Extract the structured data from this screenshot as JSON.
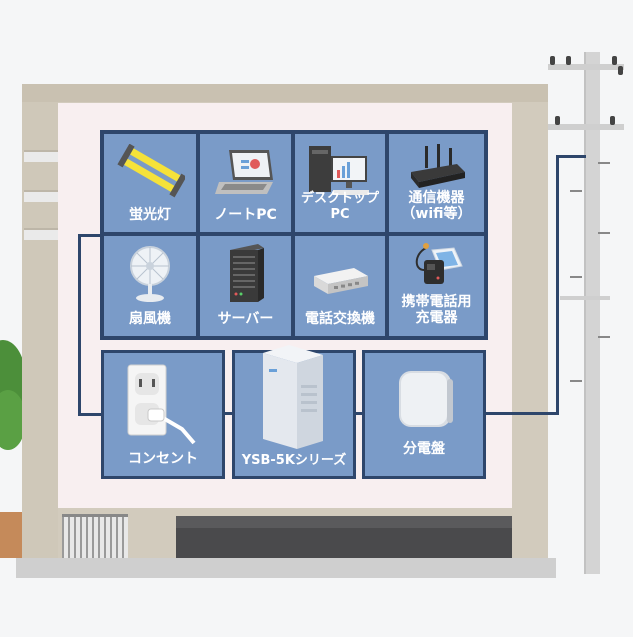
{
  "appliances": [
    {
      "label": "蛍光灯",
      "icon": "fluorescent-lamp-icon"
    },
    {
      "label": "ノートPC",
      "icon": "laptop-icon"
    },
    {
      "label": "デスクトップPC",
      "icon": "desktop-pc-icon"
    },
    {
      "label": "通信機器\n（wifi等）",
      "icon": "wifi-router-icon"
    },
    {
      "label": "扇風機",
      "icon": "electric-fan-icon"
    },
    {
      "label": "サーバー",
      "icon": "server-icon"
    },
    {
      "label": "電話交換機",
      "icon": "telephone-exchange-icon"
    },
    {
      "label": "携帯電話用\n充電器",
      "icon": "phone-charger-icon"
    }
  ],
  "components": {
    "outlet": {
      "label": "コンセント",
      "icon": "power-outlet-icon"
    },
    "battery": {
      "label": "YSB-5Kシリーズ",
      "icon": "battery-unit-icon"
    },
    "breaker": {
      "label": "分電盤",
      "icon": "distribution-board-icon"
    }
  },
  "colors": {
    "tile": "#7a9bc8",
    "border": "#2e466b",
    "wall": "#f8eff0"
  }
}
